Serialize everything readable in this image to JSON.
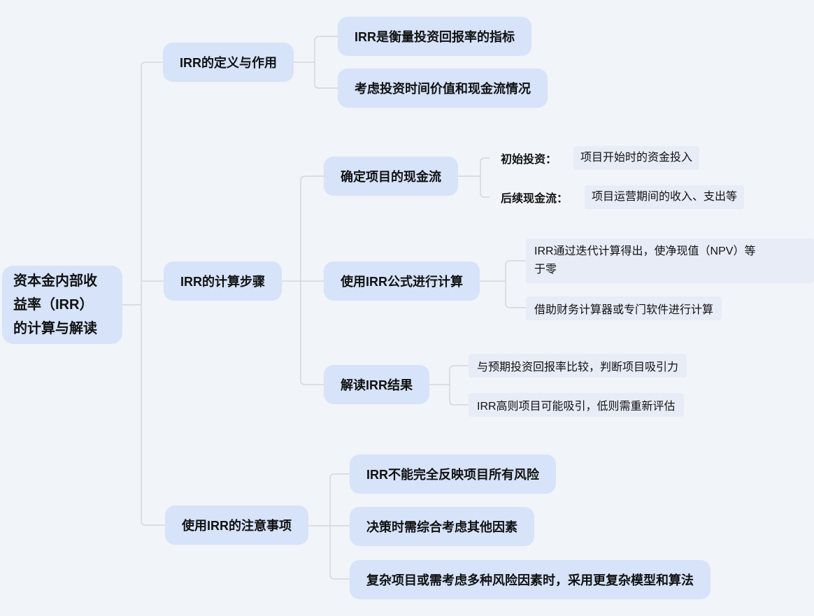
{
  "colors": {
    "canvas_bg": "#f1f4f8",
    "node_fill": "#d6e3f9",
    "leaf_fill": "#e7ecf7",
    "text_color": "#111111",
    "line_color": "#d4d7dd"
  },
  "mindmap": {
    "root": {
      "label": "资本金内部收\n益率（IRR）\n的计算与解读"
    },
    "definition": {
      "label": "IRR的定义与作用",
      "items": [
        "IRR是衡量投资回报率的指标",
        "考虑投资时间价值和现金流情况"
      ]
    },
    "steps": {
      "label": "IRR的计算步骤",
      "cashflow": {
        "label": "确定项目的现金流",
        "initial": {
          "label": "初始投资：",
          "value": "项目开始时的资金投入"
        },
        "subsequent": {
          "label": "后续现金流：",
          "value": "项目运营期间的收入、支出等"
        }
      },
      "formula": {
        "label": "使用IRR公式进行计算",
        "items": [
          "IRR通过迭代计算得出，使净现值（NPV）等\n于零",
          "借助财务计算器或专门软件进行计算"
        ]
      },
      "interpretation": {
        "label": "解读IRR结果",
        "items": [
          "与预期投资回报率比较，判断项目吸引力",
          "IRR高则项目可能吸引，低则需重新评估"
        ]
      }
    },
    "cautions": {
      "label": "使用IRR的注意事项",
      "items": [
        "IRR不能完全反映项目所有风险",
        "决策时需综合考虑其他因素",
        "复杂项目或需考虑多种风险因素时，采用更复杂模型和算法"
      ]
    }
  }
}
